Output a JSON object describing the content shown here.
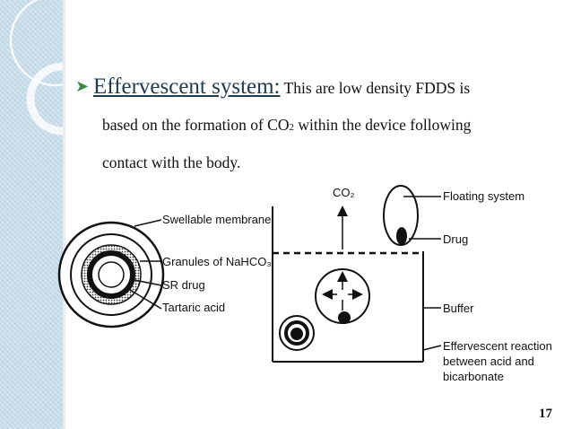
{
  "slide": {
    "heading": "Effervescent system:",
    "heading_rest": " This are low density FDDS is",
    "line2_a": "based on the formation of CO",
    "line2_sub": "2",
    "line2_b": " within the device following",
    "line3": "contact with the body.",
    "slide_number": "17"
  },
  "diagram": {
    "co2_label": "CO₂",
    "labels": {
      "swellable_membrane": "Swellable membrane",
      "granules": "Granules of NaHCO₃",
      "sr_drug": "SR drug",
      "tartaric_acid": "Tartaric acid",
      "floating_system": "Floating system",
      "drug": "Drug",
      "buffer": "Buffer",
      "effervescent_1": "Effervescent reaction",
      "effervescent_2": "between acid and",
      "effervescent_3": "bicarbonate"
    }
  },
  "colors": {
    "sidebar": "#c5dbe7",
    "bullet": "#3c8a46",
    "heading": "#1f3b4f"
  }
}
